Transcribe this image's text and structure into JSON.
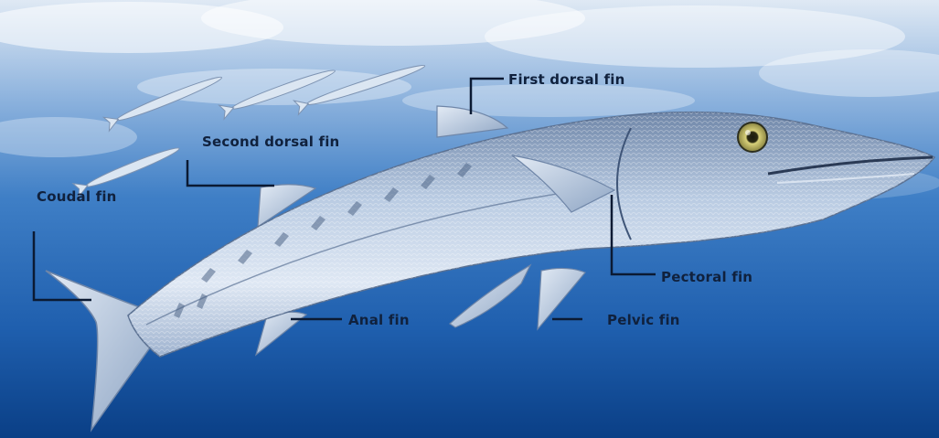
{
  "colors": {
    "water_top": "#dfe9f4",
    "water_mid": "#3f7fc6",
    "water_deep": "#0a3f86",
    "fish_body": "#c4d4e8",
    "fish_belly": "#eef3fa",
    "fish_back": "#6f86a8",
    "leader_line": "#0b1a33",
    "label_text": "#10213d"
  },
  "labels": {
    "first_dorsal": "First dorsal fin",
    "second_dorsal": "Second dorsal fin",
    "caudal": "Coudal fin",
    "pectoral": "Pectoral fin",
    "anal": "Anal fin",
    "pelvic": "Pelvic fin"
  }
}
